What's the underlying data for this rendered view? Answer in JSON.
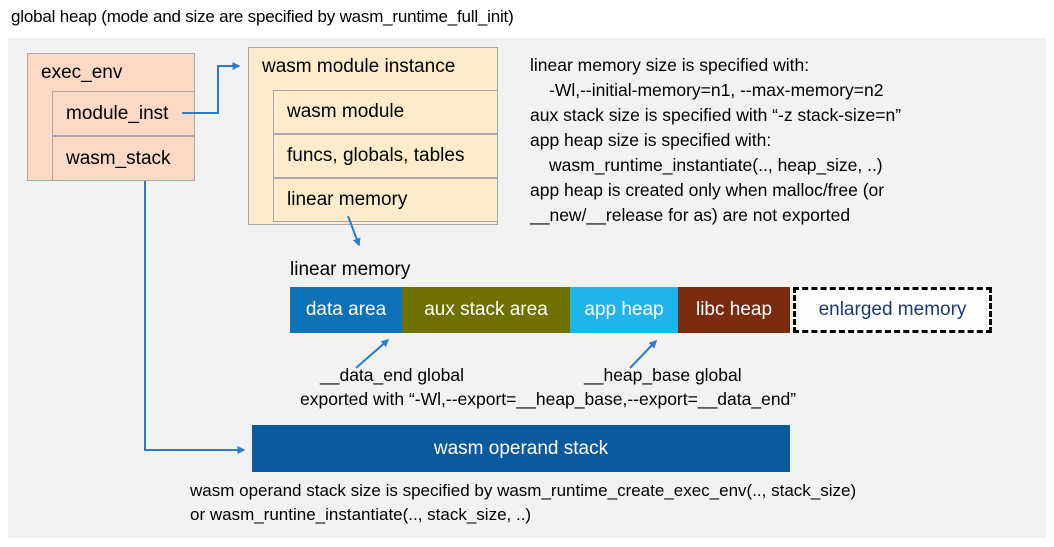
{
  "colors": {
    "panel-bg": "#f2f2f2",
    "box-pink": "#fbd9c5",
    "box-yellow": "#fdeccb",
    "box-border": "#a9a9a9",
    "arrow-blue": "#2b7bce",
    "seg-data": "#0e72b8",
    "seg-aux": "#6e7000",
    "seg-appheap": "#1fb4ea",
    "seg-libc": "#7b2b10",
    "operand-bar": "#0b5a9d",
    "enlarged-text": "#1d3a6e",
    "text": "#000000"
  },
  "title": "global heap (mode and size are specified by wasm_runtime_full_init)",
  "exec_env": {
    "title": "exec_env",
    "fields": [
      "module_inst",
      "wasm_stack"
    ]
  },
  "module_instance": {
    "title": "wasm module instance",
    "rows": [
      "wasm module",
      "funcs, globals, tables",
      "linear memory"
    ]
  },
  "notes": {
    "lines": [
      "linear memory size is specified with:",
      "-Wl,--initial-memory=n1, --max-memory=n2",
      "aux stack size is specified with “-z stack-size=n”",
      "app heap size is specified with:",
      "wasm_runtime_instantiate(.., heap_size, ..)",
      "app heap is created only when malloc/free (or",
      "__new/__release for as) are not exported"
    ]
  },
  "linear_memory": {
    "label": "linear memory",
    "segments": [
      {
        "label": "data area"
      },
      {
        "label": "aux stack area"
      },
      {
        "label": "app heap"
      },
      {
        "label": "libc heap"
      },
      {
        "label": "enlarged memory"
      }
    ],
    "data_end_label": "__data_end global",
    "heap_base_label": "__heap_base global",
    "export_note": "exported with “-Wl,--export=__heap_base,--export=__data_end”"
  },
  "operand_stack": {
    "label": "wasm operand stack",
    "note_line1": "wasm operand stack size is specified by wasm_runtime_create_exec_env(.., stack_size)",
    "note_line2": "or wasm_runtine_instantiate(.., stack_size, ..)"
  }
}
